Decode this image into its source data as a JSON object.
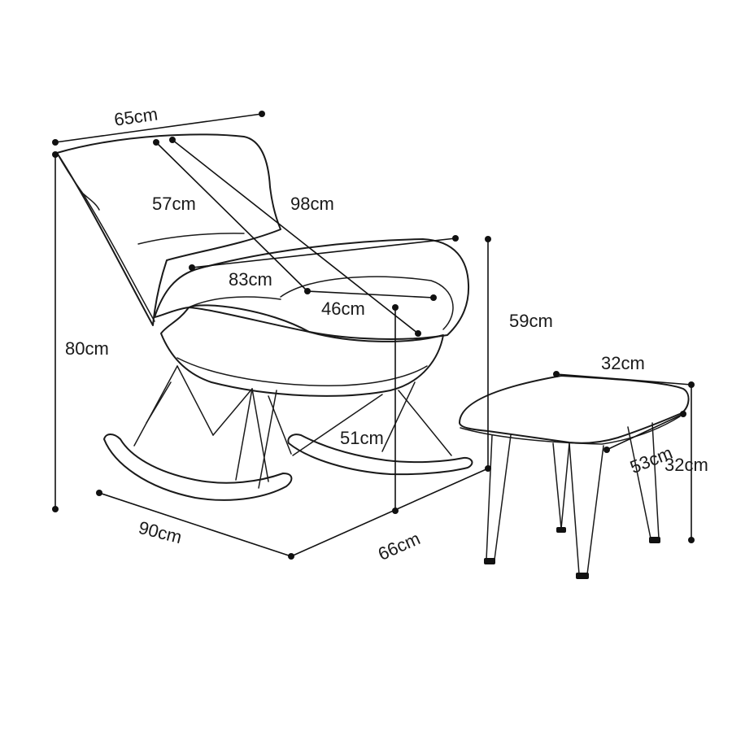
{
  "colors": {
    "line": "#1a1a1a",
    "background": "#ffffff"
  },
  "chair": {
    "width": "65cm",
    "backrest": "57cm",
    "diagonal": "98cm",
    "seat_width": "83cm",
    "seat_depth": "46cm",
    "height": "80cm",
    "armrest_height": "59cm",
    "seat_height": "51cm",
    "length": "90cm",
    "depth": "66cm"
  },
  "ottoman": {
    "width": "32cm",
    "length": "53cm",
    "height": "32cm"
  }
}
